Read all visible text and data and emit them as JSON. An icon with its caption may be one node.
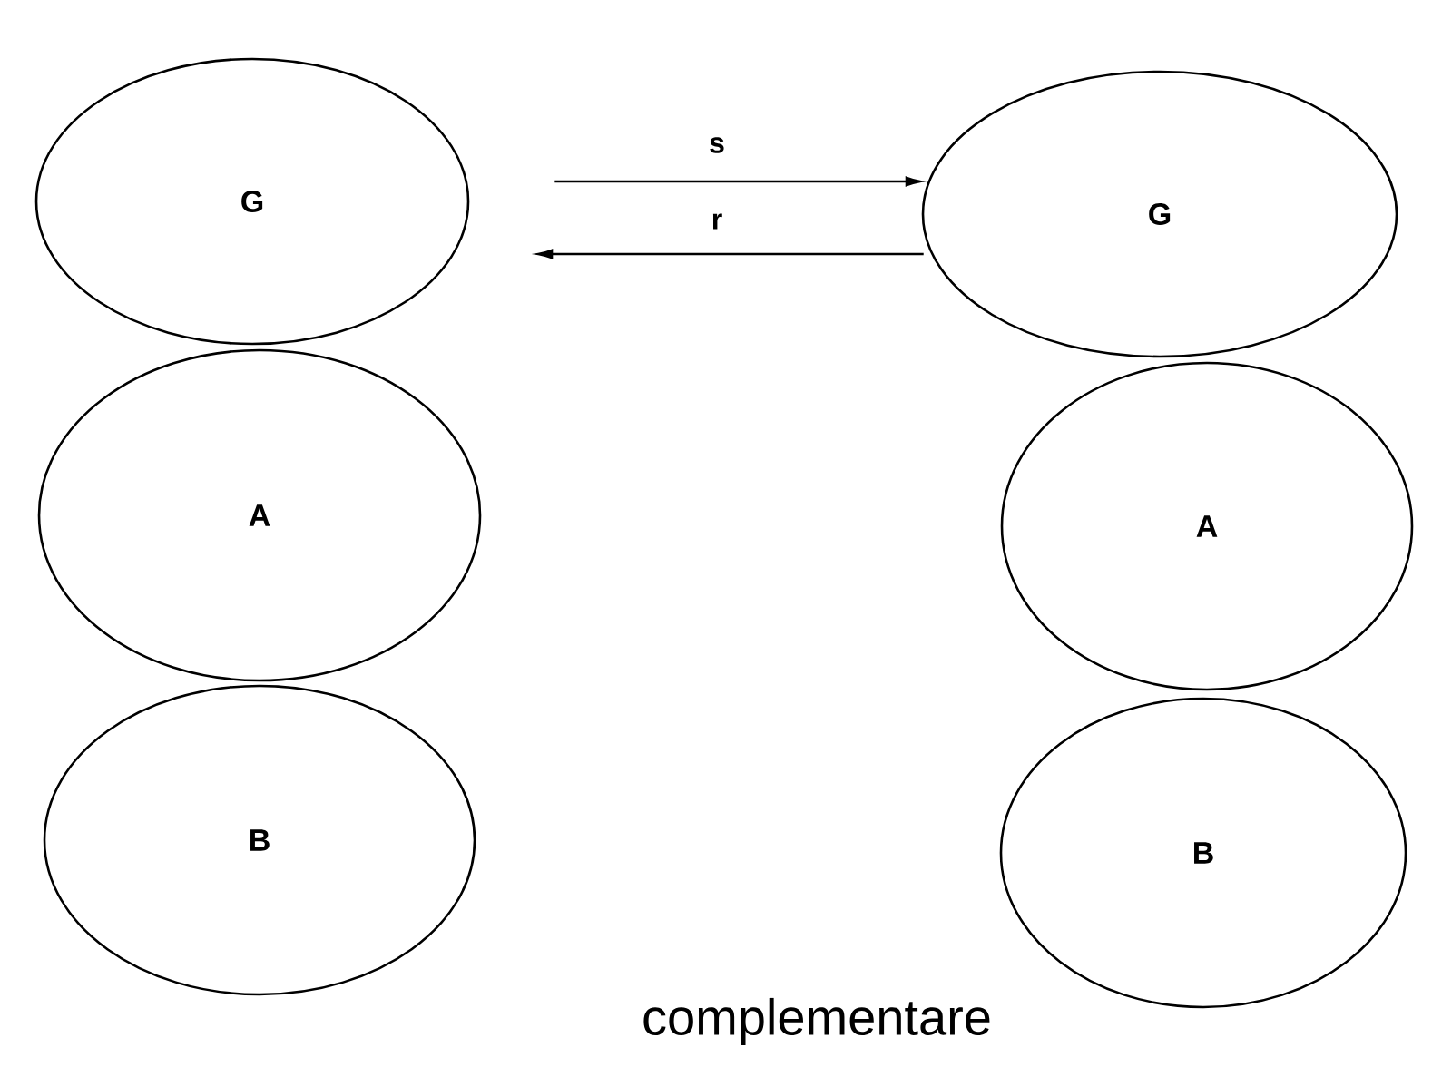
{
  "diagram": {
    "caption": "complementare",
    "nodes": [
      {
        "text": [
          "G"
        ]
      },
      {
        "text": [
          "A"
        ]
      },
      {
        "text": [
          "B"
        ]
      },
      {
        "text": [
          "G"
        ]
      },
      {
        "text": [
          "A"
        ]
      },
      {
        "text": [
          "B"
        ]
      }
    ],
    "edges": [
      {
        "from": 0,
        "to": 3,
        "arrow": "to",
        "label": "s"
      },
      {
        "from": 3,
        "to": 0,
        "arrow": "to",
        "label": "r"
      }
    ]
  }
}
